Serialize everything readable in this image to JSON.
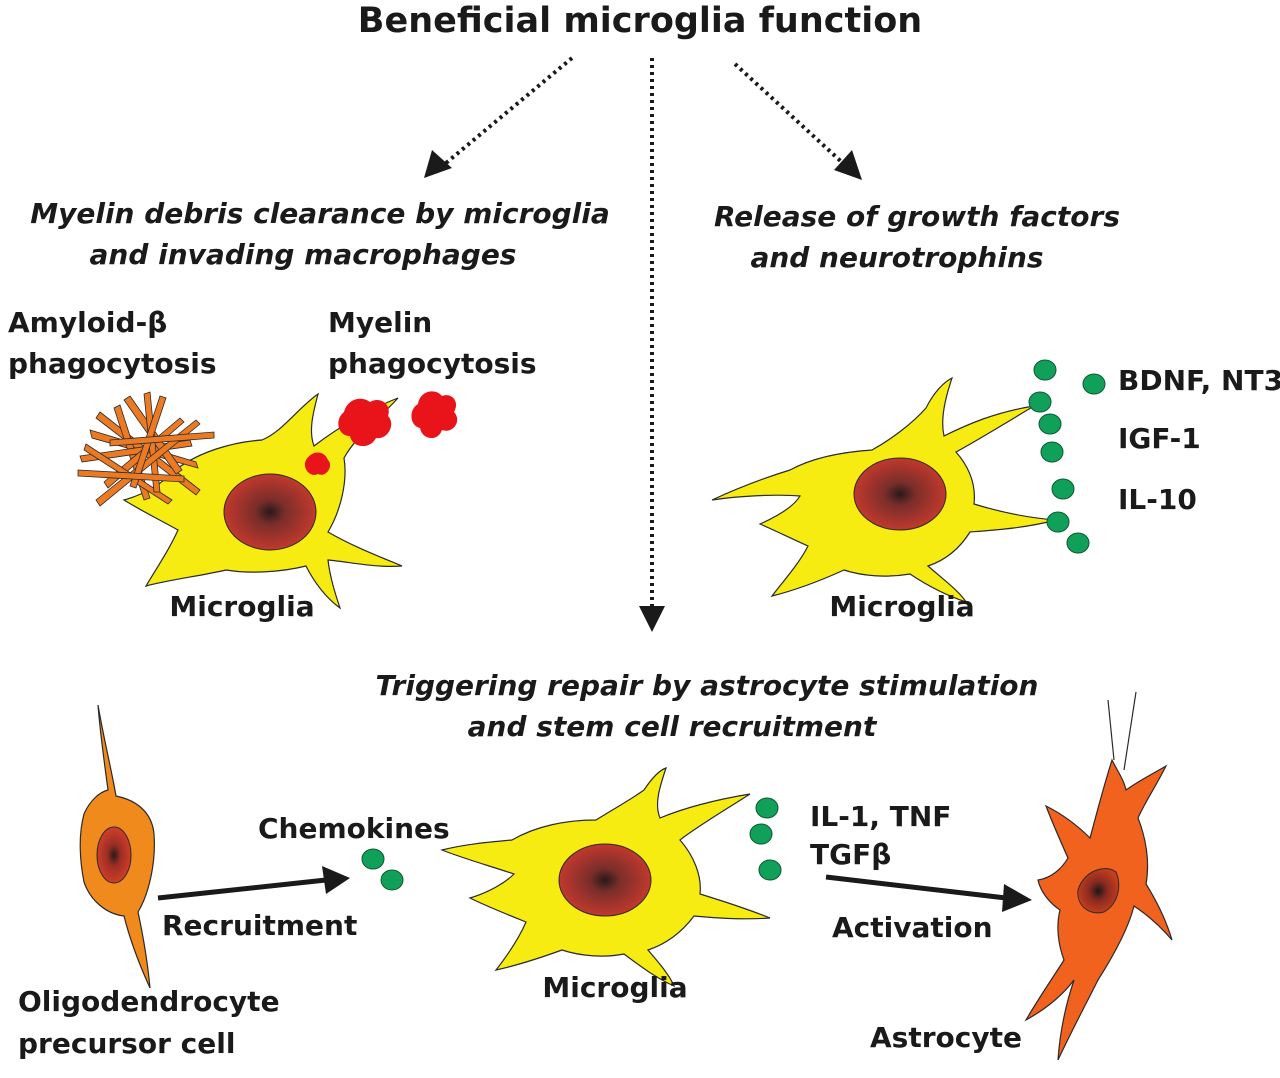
{
  "title": "Beneficial microglia function",
  "sections": {
    "debris": {
      "heading_line1": "Myelin debris clearance by microglia",
      "heading_line2": "and invading macrophages",
      "amyloid_line1": "Amyloid-β",
      "amyloid_line2": "phagocytosis",
      "myelin_line1": "Myelin",
      "myelin_line2": "phagocytosis",
      "cell_label": "Microglia"
    },
    "growth": {
      "heading_line1": "Release of growth factors",
      "heading_line2": "and neurotrophins",
      "factors": [
        "BDNF, NT3",
        "IGF-1",
        "IL-10"
      ],
      "cell_label": "Microglia"
    },
    "repair": {
      "heading_line1": "Triggering repair by astrocyte stimulation",
      "heading_line2": "and stem cell recruitment",
      "chemokines_label": "Chemokines",
      "recruitment_label": "Recruitment",
      "cytokines_line1": "IL-1, TNF",
      "cytokines_line2": "TGFβ",
      "activation_label": "Activation",
      "microglia_label": "Microglia",
      "opc_line1": "Oligodendrocyte",
      "opc_line2": "precursor cell",
      "astrocyte_label": "Astrocyte"
    }
  },
  "colors": {
    "microglia_fill": "#f7ec12",
    "nucleus_fill": "#c0392b",
    "green_dot": "#10a05a",
    "myelin_debris": "#e8141a",
    "amyloid": "#ec7a22",
    "opc_fill": "#f08a1c",
    "astrocyte_fill": "#f0621e",
    "arrow": "#1a1a1a"
  }
}
